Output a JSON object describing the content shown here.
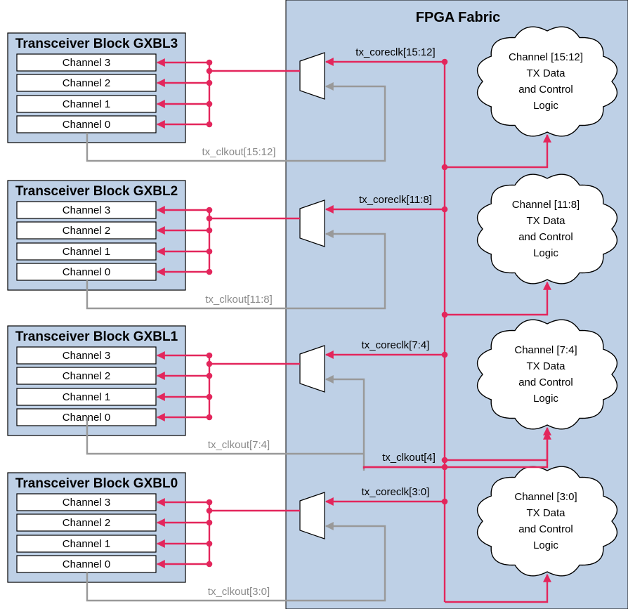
{
  "fabric": {
    "title": "FPGA Fabric"
  },
  "blocks": [
    {
      "title": "Transceiver Block GXBL3",
      "channels": [
        "Channel 3",
        "Channel 2",
        "Channel 1",
        "Channel 0"
      ],
      "coreclk": "tx_coreclk[15:12]",
      "clkout": "tx_clkout[15:12]",
      "logic": [
        "Channel [15:12]",
        "TX Data",
        "and Control",
        "Logic"
      ]
    },
    {
      "title": "Transceiver Block GXBL2",
      "channels": [
        "Channel 3",
        "Channel 2",
        "Channel 1",
        "Channel 0"
      ],
      "coreclk": "tx_coreclk[11:8]",
      "clkout": "tx_clkout[11:8]",
      "logic": [
        "Channel [11:8]",
        "TX Data",
        "and Control",
        "Logic"
      ]
    },
    {
      "title": "Transceiver Block GXBL1",
      "channels": [
        "Channel 3",
        "Channel 2",
        "Channel 1",
        "Channel 0"
      ],
      "coreclk": "tx_coreclk[7:4]",
      "clkout": "tx_clkout[7:4]",
      "logic": [
        "Channel [7:4]",
        "TX Data",
        "and Control",
        "Logic"
      ]
    },
    {
      "title": "Transceiver Block GXBL0",
      "channels": [
        "Channel 3",
        "Channel 2",
        "Channel 1",
        "Channel 0"
      ],
      "coreclk": "tx_coreclk[3:0]",
      "clkout": "tx_clkout[3:0]",
      "logic": [
        "Channel [3:0]",
        "TX Data",
        "and Control",
        "Logic"
      ]
    }
  ],
  "shared_clock": {
    "label": "tx_clkout[4]"
  },
  "colors": {
    "fabric": "#bed0e6",
    "block": "#bed0e6",
    "channel": "#ffffff",
    "coreclk_wire": "#e3265c",
    "clkout_wire": "#999999",
    "outline": "#000000"
  }
}
